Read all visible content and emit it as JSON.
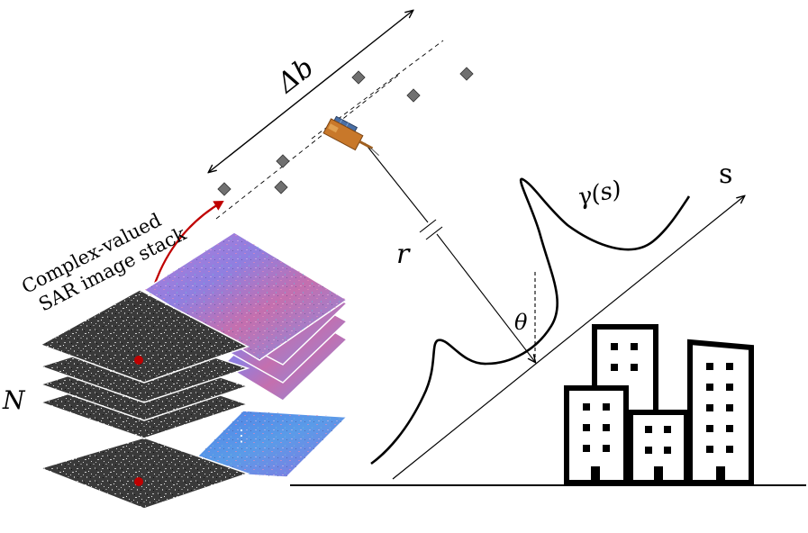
{
  "labels": {
    "baseline": "Δb",
    "range": "r",
    "angle": "θ",
    "profile": "γ(s)",
    "elevation_axis": "s",
    "stack_count": "N",
    "stack_title_line1": "Complex-valued",
    "stack_title_line2": "SAR image stack",
    "ellipsis": "⋮"
  },
  "colors": {
    "pointer_arrow": "#c00000",
    "track_points": "#707070",
    "satellite_body": "#c8782a",
    "satellite_panel": "#4a6fa5"
  },
  "icons": [
    "satellite-icon",
    "buildings-icon"
  ]
}
